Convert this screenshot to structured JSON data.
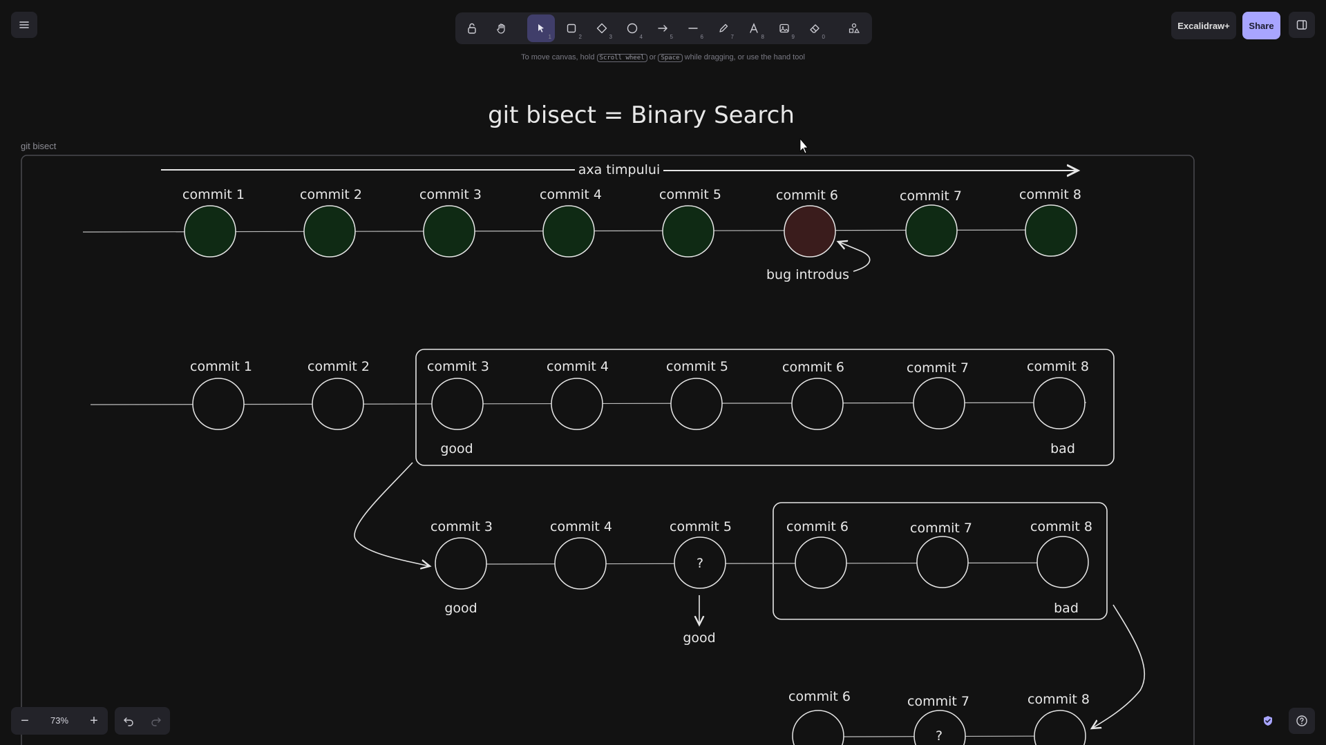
{
  "toolbar": {
    "tools": [
      {
        "name": "lock",
        "key": ""
      },
      {
        "name": "hand",
        "key": ""
      },
      {
        "name": "selection",
        "key": "1",
        "active": true
      },
      {
        "name": "rectangle",
        "key": "2"
      },
      {
        "name": "diamond",
        "key": "3"
      },
      {
        "name": "ellipse",
        "key": "4"
      },
      {
        "name": "arrow",
        "key": "5"
      },
      {
        "name": "line",
        "key": "6"
      },
      {
        "name": "draw",
        "key": "7"
      },
      {
        "name": "text",
        "key": "8"
      },
      {
        "name": "image",
        "key": "9"
      },
      {
        "name": "eraser",
        "key": "0"
      },
      {
        "name": "extra-tools",
        "key": ""
      }
    ]
  },
  "hint": {
    "prefix": "To move canvas, hold",
    "key1": "Scroll wheel",
    "or": "or",
    "key2": "Space",
    "suffix": "while dragging, or use the hand tool"
  },
  "header": {
    "excalidraw_plus": "Excalidraw+",
    "share": "Share"
  },
  "footer": {
    "zoom": "73%",
    "zoom_out": "−",
    "zoom_in": "+"
  },
  "canvas": {
    "title": "git bisect = Binary Search",
    "frame_name": "git bisect",
    "timeline_label": "axa timpului",
    "bug_label": "bug introdus",
    "good": "good",
    "bad": "bad",
    "question": "?",
    "commits": [
      "commit 1",
      "commit 2",
      "commit 3",
      "commit 4",
      "commit 5",
      "commit 6",
      "commit 7",
      "commit 8"
    ]
  },
  "colors": {
    "background": "#121212",
    "good_fill": "#0f2a14",
    "bad_fill": "#3a1c1c",
    "stroke": "#e6e6e6",
    "accent": "#a8a5ff"
  }
}
